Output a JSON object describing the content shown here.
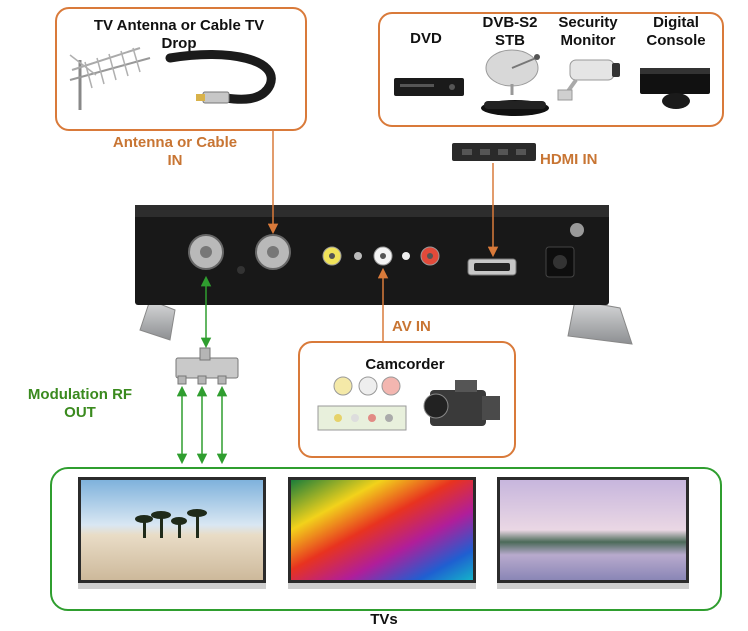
{
  "colors": {
    "orange": "#d97a3a",
    "orange_text": "#c87533",
    "green": "#2f9e2f",
    "green_text": "#3a8a1e",
    "text": "#111111"
  },
  "source_box": {
    "title_line1": "TV Antenna or Cable TV",
    "title_line2": "Drop"
  },
  "antenna_label": {
    "line1": "Antenna or Cable",
    "line2": "IN"
  },
  "hdmi_sources": [
    {
      "line1": "DVD",
      "line2": ""
    },
    {
      "line1": "DVB-S2",
      "line2": "STB"
    },
    {
      "line1": "Security",
      "line2": "Monitor"
    },
    {
      "line1": "Digital",
      "line2": "Console"
    }
  ],
  "hdmi_label": "HDMI IN",
  "av_label": "AV IN",
  "camcorder_box": {
    "title": "Camcorder"
  },
  "modulation_label": {
    "line1": "Modulation RF",
    "line2": "OUT"
  },
  "tvs_label": "TVs",
  "icons": [
    "antenna-icon",
    "coax-cable-icon",
    "dvd-player-icon",
    "satellite-dish-icon",
    "stb-icon",
    "security-camera-icon",
    "game-console-icon",
    "hdmi-splitter-icon",
    "modulator-device-icon",
    "rf-splitter-icon",
    "av-jacks-icon",
    "camcorder-icon",
    "tv-icon"
  ]
}
